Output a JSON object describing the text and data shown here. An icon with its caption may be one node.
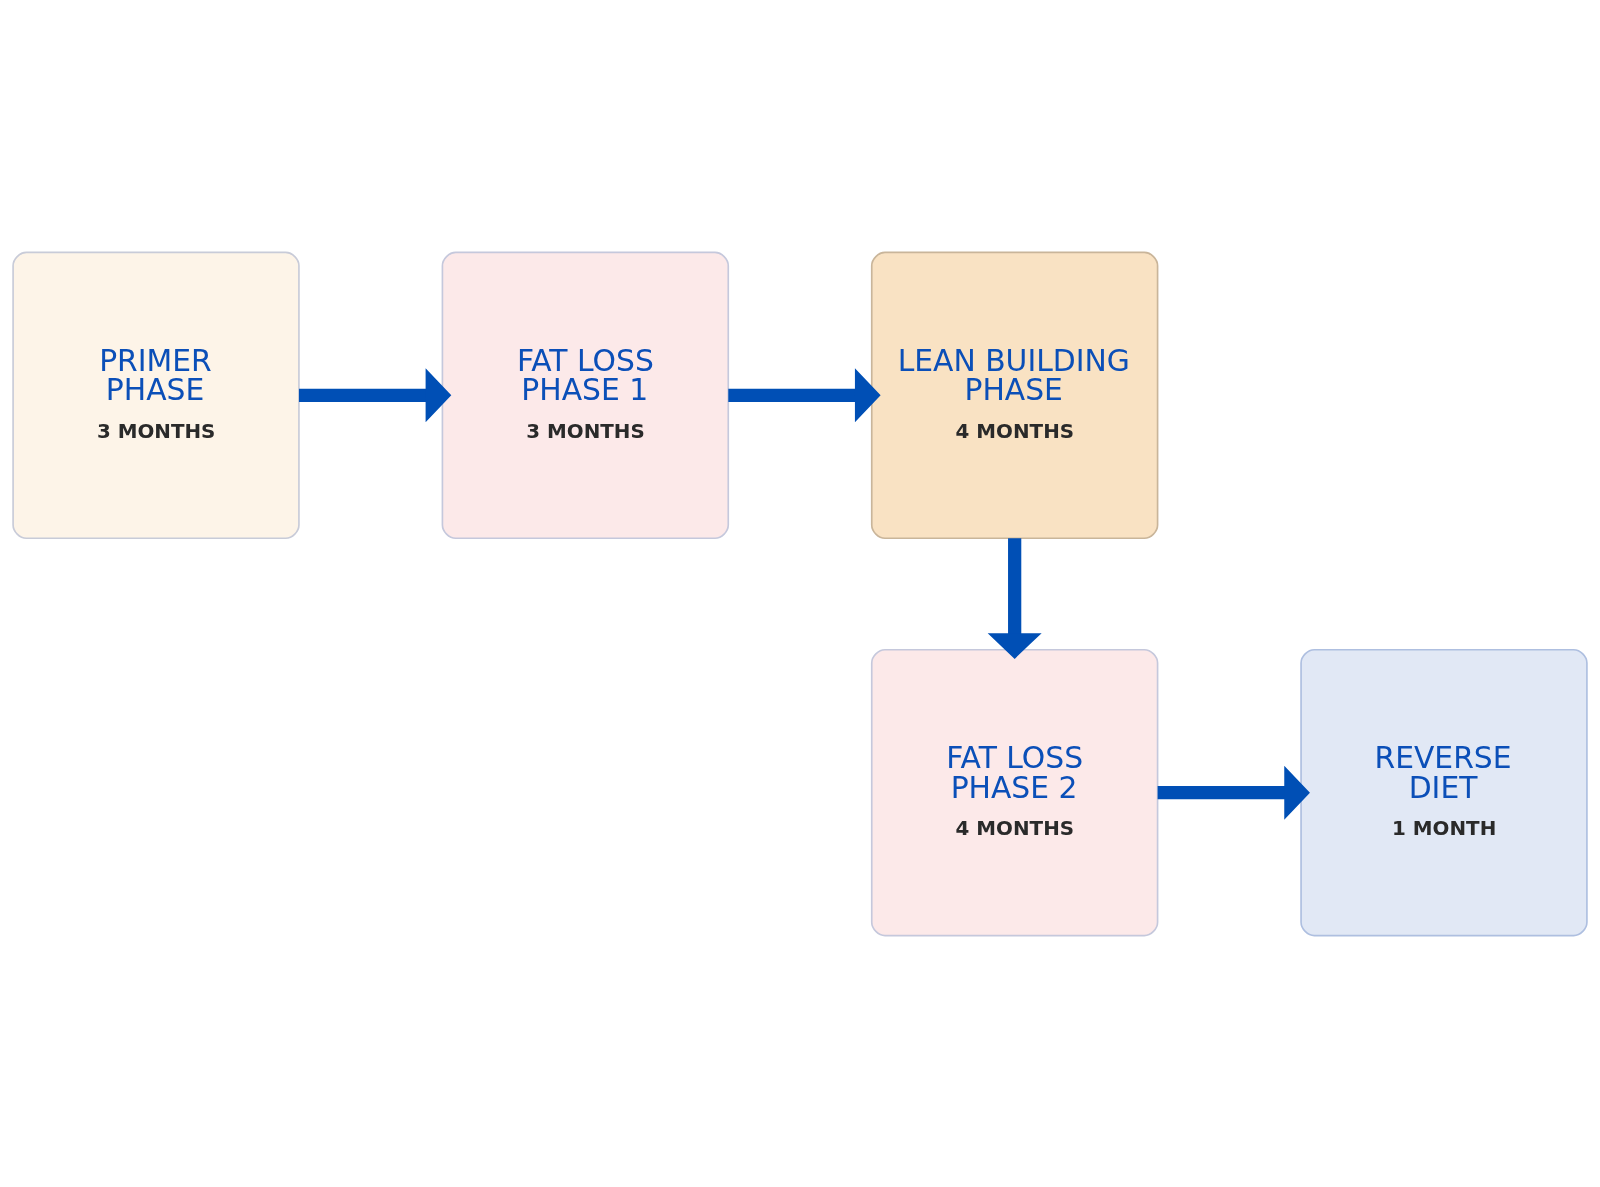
{
  "diagram": {
    "nodes": [
      {
        "text": [
          "PRIMER PHASE",
          "3 MONTHS"
        ]
      },
      {
        "text": [
          "FAT LOSS PHASE 1",
          "3 MONTHS"
        ]
      },
      {
        "text": [
          "LEAN BUILDING PHASE",
          "4 MONTHS"
        ]
      },
      {
        "text": [
          "FAT LOSS PHASE 2",
          "4 MONTHS"
        ]
      },
      {
        "text": [
          "REVERSE DIET",
          "1 MONTH"
        ]
      }
    ],
    "edges": [
      {
        "from": 0,
        "to": 1,
        "arrow": "to"
      },
      {
        "from": 1,
        "to": 2,
        "arrow": "to"
      },
      {
        "from": 2,
        "to": 3,
        "arrow": "to"
      },
      {
        "from": 3,
        "to": 4,
        "arrow": "to"
      }
    ]
  }
}
